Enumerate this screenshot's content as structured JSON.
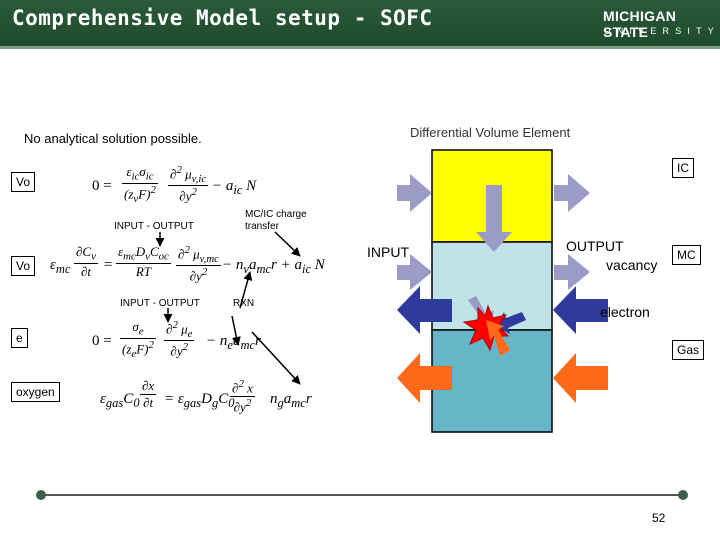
{
  "header": {
    "title": "Comprehensive Model setup - SOFC",
    "logo_line1": "MICHIGAN STATE",
    "logo_line2": "UNIVERSITY"
  },
  "left_note": "No analytical solution possible.",
  "diagram_title": "Differential Volume Element",
  "variables": [
    "Vo",
    "Vo",
    "e",
    "oxygen"
  ],
  "eq_labels": {
    "input_output_1": "INPUT - OUTPUT",
    "mc_ic_charge": "MC/IC charge",
    "transfer": "transfer",
    "input_output_2": "INPUT - OUTPUT",
    "rxn": "RXN"
  },
  "right_labels": {
    "ic": "IC",
    "input": "INPUT",
    "output": "OUTPUT",
    "vacancy": "vacancy",
    "mc": "MC",
    "electron": "electron",
    "gas": "Gas"
  },
  "colors": {
    "header": "#1d4a2c",
    "ic_region": "#ffff00",
    "mc_region": "#bfe3e6",
    "gas_region": "#66b6c8",
    "vacancy_arrow": "#9b9bc8",
    "electron_arrow": "#2e3a9c",
    "oxygen_arrow": "#ff6a1a",
    "reaction_star": "#ff0000"
  },
  "page_number": "52"
}
